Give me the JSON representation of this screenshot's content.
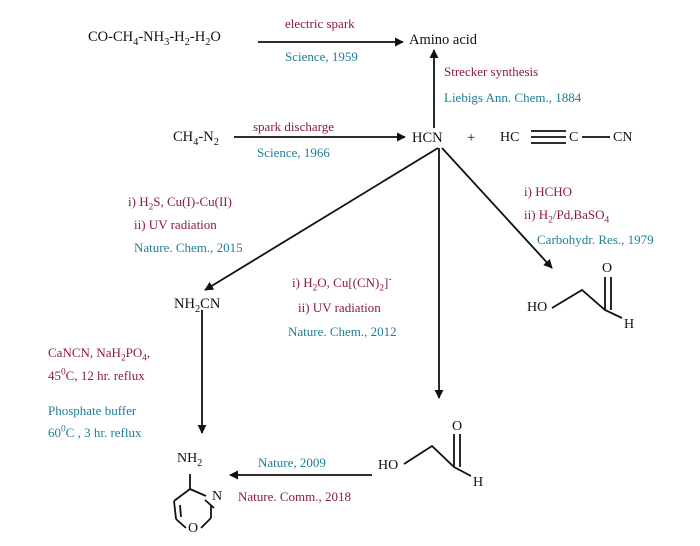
{
  "colors": {
    "condition": "#8b1c3a",
    "reference": "#1c7f95",
    "chemical": "#111111"
  },
  "row1": {
    "reactants": "CO-CH4-NH3-H2-H2O",
    "condition": "electric spark",
    "reference": "Science, 1959",
    "product": "Amino acid"
  },
  "strecker": {
    "condition": "Strecker synthesis",
    "reference": "Liebigs Ann. Chem., 1884"
  },
  "row2": {
    "reactants": "CH4-N2",
    "condition": "spark discharge",
    "reference": "Science, 1966",
    "product": "HCN",
    "plus": "+",
    "cyanoacetylene": {
      "hc": "HC",
      "c": "C",
      "cn": "CN"
    }
  },
  "path_cyanamide": {
    "cond1": "i) H2S, Cu(I)-Cu(II)",
    "cond2": "ii) UV radiation",
    "reference": "Nature. Chem., 2015",
    "product": "NH2CN"
  },
  "path_glycolaldehyde_mid": {
    "cond1": "i) H2O, Cu[(CN)2]-",
    "cond2": "ii) UV radiation",
    "reference": "Nature. Chem., 2012"
  },
  "path_glycolaldehyde_right": {
    "cond1": "i) HCHO",
    "cond2": "ii) H2/Pd,BaSO4",
    "reference": "Carbohydr. Res., 1979"
  },
  "glycolaldehyde": {
    "ho": "HO",
    "o": "O",
    "h": "H"
  },
  "path_oxazole": {
    "cond1": "CaNCN, NaH2PO4,",
    "cond2": "45°C, 12 hr. reflux",
    "buffer": "Phosphate buffer",
    "cond3": "60°C , 3 hr. reflux"
  },
  "final_step": {
    "reference1": "Nature, 2009",
    "reference2": "Nature. Comm., 2018"
  },
  "aminooxazole": {
    "nh2": "NH2",
    "n": "N",
    "o": "O"
  }
}
